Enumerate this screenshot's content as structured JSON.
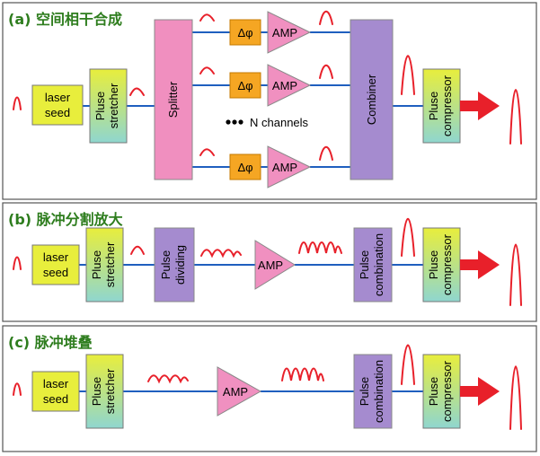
{
  "panels": [
    {
      "title": "(a) 空间相干合成"
    },
    {
      "title": "(b) 脉冲分割放大"
    },
    {
      "title": "(c) 脉冲堆叠"
    }
  ],
  "labels": {
    "laser_seed_line1": "laser",
    "laser_seed_line2": "seed",
    "stretcher_line1": "Pluse",
    "stretcher_line2": "stretcher",
    "compressor_line1": "Pluse",
    "compressor_line2": "compressor",
    "splitter": "Splitter",
    "combiner": "Combiner",
    "phase": "Δφ",
    "amp": "AMP",
    "channels_note": "N channels",
    "dividing_line1": "Pulse",
    "dividing_line2": "dividing",
    "combination_line1": "Pulse",
    "combination_line2": "combination"
  },
  "colors": {
    "seed_fill": "#e8ee3c",
    "seed_gradient_bottom": "#8fd6cf",
    "splitter_fill": "#f08fbf",
    "combiner_fill": "#a58bcf",
    "phase_fill": "#f5a623",
    "amp_fill": "#f090c0",
    "wire": "#1f5fbf",
    "pulse": "#e8202a",
    "title": "#2e7d1e",
    "panel_border": "#555555"
  }
}
